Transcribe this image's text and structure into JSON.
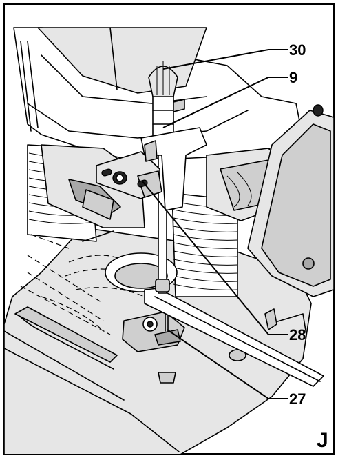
{
  "figure": {
    "letter": "J",
    "callouts": [
      {
        "id": "callout-30",
        "label": "30"
      },
      {
        "id": "callout-9",
        "label": "9"
      },
      {
        "id": "callout-28",
        "label": "28"
      },
      {
        "id": "callout-27",
        "label": "27"
      }
    ]
  }
}
